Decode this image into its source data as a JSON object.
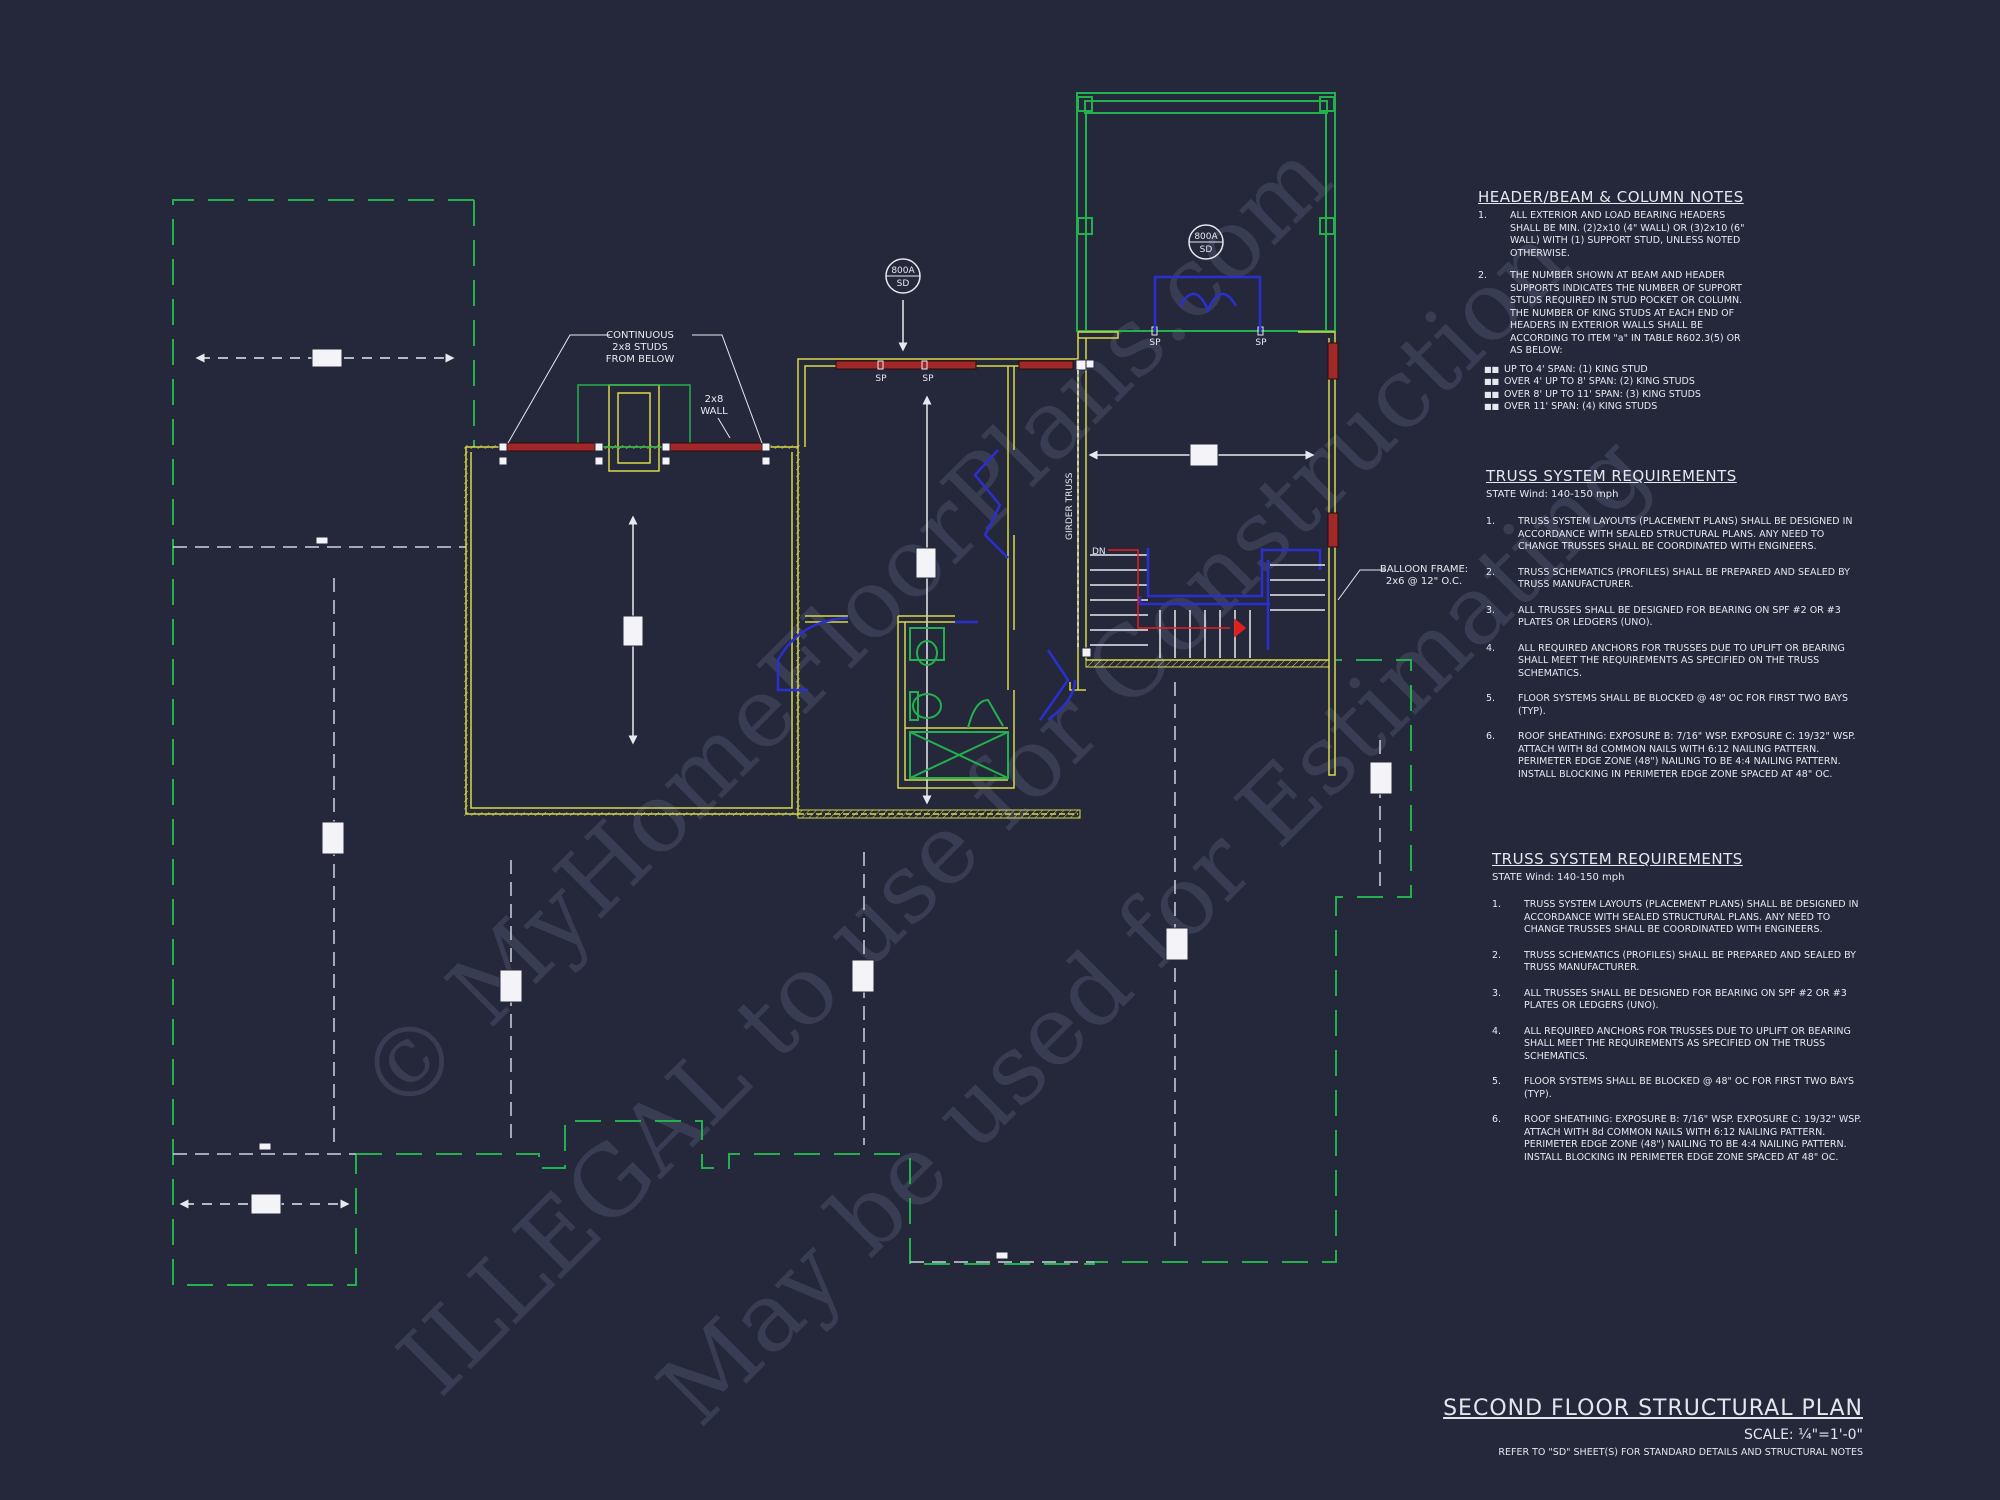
{
  "watermark": {
    "line1": "© MyHomeFloorPlans.com",
    "line2": "ILLEGAL to use for Construction",
    "line3": "May be used for Estimating"
  },
  "plan_labels": {
    "continuous_studs": [
      "CONTINUOUS",
      "2x8 STUDS",
      "FROM BELOW"
    ],
    "wall_2x8": [
      "2x8",
      "WALL"
    ],
    "balloon_frame": [
      "BALLOON FRAME:",
      "2x6 @ 12\" O.C."
    ],
    "girder_truss": "GIRDER TRUSS",
    "dn": "DN",
    "sp": "SP",
    "section_tag_top": "800A",
    "section_tag_bottom": "SD"
  },
  "header_notes": {
    "title": "HEADER/BEAM & COLUMN NOTES",
    "items": [
      {
        "num": "1.",
        "text": "ALL EXTERIOR AND LOAD BEARING HEADERS SHALL BE MIN. (2)2x10 (4\" WALL) OR (3)2x10 (6\" WALL) WITH (1) SUPPORT STUD, UNLESS NOTED OTHERWISE."
      },
      {
        "num": "2.",
        "text": "THE NUMBER SHOWN AT BEAM AND HEADER SUPPORTS INDICATES THE NUMBER OF SUPPORT STUDS REQUIRED IN STUD POCKET OR COLUMN. THE NUMBER OF KING STUDS AT EACH END OF HEADERS IN EXTERIOR WALLS SHALL BE ACCORDING TO ITEM \"a\" IN TABLE R602.3(5) OR AS BELOW:"
      }
    ],
    "bullets": [
      {
        "mark": "■■",
        "text": "UP TO 4' SPAN: (1) KING STUD"
      },
      {
        "mark": "■■",
        "text": "OVER 4' UP TO 8' SPAN: (2) KING STUDS"
      },
      {
        "mark": "■■",
        "text": "OVER 8' UP TO 11' SPAN: (3) KING STUDS"
      },
      {
        "mark": "■■",
        "text": "OVER 11' SPAN: (4) KING STUDS"
      }
    ]
  },
  "truss_notes_1": {
    "title": "TRUSS SYSTEM REQUIREMENTS",
    "subtitle": "STATE Wind: 140-150 mph",
    "items": [
      {
        "num": "1.",
        "text": "TRUSS SYSTEM LAYOUTS (PLACEMENT PLANS) SHALL BE DESIGNED IN ACCORDANCE WITH SEALED STRUCTURAL PLANS. ANY NEED TO CHANGE TRUSSES SHALL BE COORDINATED WITH ENGINEERS."
      },
      {
        "num": "2.",
        "text": "TRUSS SCHEMATICS (PROFILES) SHALL BE PREPARED AND SEALED BY TRUSS MANUFACTURER."
      },
      {
        "num": "3.",
        "text": "ALL TRUSSES SHALL BE DESIGNED FOR BEARING ON SPF #2 OR #3 PLATES OR LEDGERS (UNO)."
      },
      {
        "num": "4.",
        "text": "ALL REQUIRED ANCHORS FOR TRUSSES DUE TO UPLIFT OR BEARING SHALL MEET THE REQUIREMENTS AS SPECIFIED ON THE TRUSS SCHEMATICS."
      },
      {
        "num": "5.",
        "text": "FLOOR SYSTEMS SHALL BE BLOCKED @ 48\" OC FOR FIRST TWO BAYS (TYP)."
      },
      {
        "num": "6.",
        "text": "ROOF SHEATHING: EXPOSURE B: 7/16\" WSP. EXPOSURE C: 19/32\" WSP. ATTACH WITH 8d COMMON NAILS WITH 6:12 NAILING PATTERN. PERIMETER EDGE ZONE (48\") NAILING TO BE 4:4 NAILING PATTERN. INSTALL BLOCKING IN PERIMETER EDGE ZONE SPACED AT 48\" OC."
      }
    ]
  },
  "truss_notes_2": {
    "title": "TRUSS SYSTEM REQUIREMENTS",
    "subtitle": "STATE Wind: 140-150 mph",
    "items": [
      {
        "num": "1.",
        "text": "TRUSS SYSTEM LAYOUTS (PLACEMENT PLANS) SHALL BE DESIGNED IN ACCORDANCE WITH SEALED STRUCTURAL PLANS. ANY NEED TO CHANGE TRUSSES SHALL BE COORDINATED WITH ENGINEERS."
      },
      {
        "num": "2.",
        "text": "TRUSS SCHEMATICS (PROFILES) SHALL BE PREPARED AND SEALED BY TRUSS MANUFACTURER."
      },
      {
        "num": "3.",
        "text": "ALL TRUSSES SHALL BE DESIGNED FOR BEARING ON SPF #2 OR #3 PLATES OR LEDGERS (UNO)."
      },
      {
        "num": "4.",
        "text": "ALL REQUIRED ANCHORS FOR TRUSSES DUE TO UPLIFT OR BEARING SHALL MEET THE REQUIREMENTS AS SPECIFIED ON THE TRUSS SCHEMATICS."
      },
      {
        "num": "5.",
        "text": "FLOOR SYSTEMS SHALL BE BLOCKED @ 48\" OC FOR FIRST TWO BAYS (TYP)."
      },
      {
        "num": "6.",
        "text": "ROOF SHEATHING: EXPOSURE B: 7/16\" WSP. EXPOSURE C: 19/32\" WSP. ATTACH WITH 8d COMMON NAILS WITH 6:12 NAILING PATTERN. PERIMETER EDGE ZONE (48\") NAILING TO BE 4:4 NAILING PATTERN. INSTALL BLOCKING IN PERIMETER EDGE ZONE SPACED AT 48\" OC."
      }
    ]
  },
  "title_block": {
    "title": "SECOND FLOOR STRUCTURAL PLAN",
    "scale": "SCALE: ¼\"=1'-0\"",
    "reference": "REFER TO \"SD\" SHEET(S) FOR STANDARD DETAILS AND STRUCTURAL NOTES"
  },
  "colors": {
    "background": "#25283a",
    "roof_outline": "#22b14c",
    "walls": "#d8d84a",
    "beams": "#c0392b",
    "fixtures": "#2a2fd0",
    "stairs_red": "#e02020",
    "lines": "#e8e8f0"
  }
}
